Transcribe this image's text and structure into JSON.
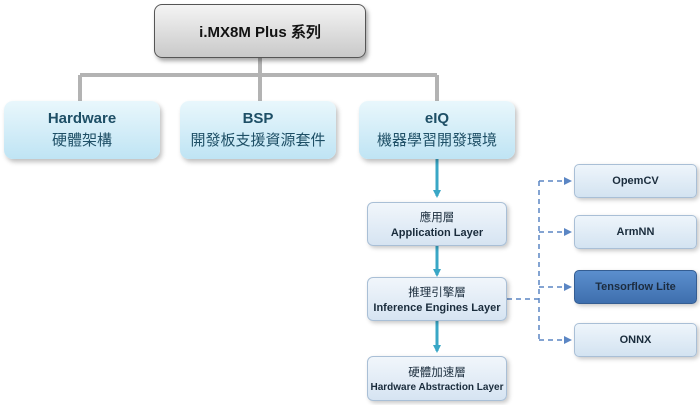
{
  "root": {
    "title": "i.MX8M Plus 系列"
  },
  "categories": [
    {
      "en": "Hardware",
      "zh": "硬體架構"
    },
    {
      "en": "BSP",
      "zh": "開發板支援資源套件"
    },
    {
      "en": "eIQ",
      "zh": "機器學習開發環境"
    }
  ],
  "stack": [
    {
      "zh": "應用層",
      "en": "Application Layer"
    },
    {
      "zh": "推理引擎層",
      "en": "Inference Engines Layer"
    },
    {
      "zh": "硬體加速層",
      "en": "Hardware Abstraction Layer"
    }
  ],
  "engines": [
    {
      "label": "OpemCV",
      "highlighted": false
    },
    {
      "label": "ArmNN",
      "highlighted": false
    },
    {
      "label": "Tensorflow Lite",
      "highlighted": true
    },
    {
      "label": "ONNX",
      "highlighted": false
    }
  ],
  "colors": {
    "connector_gray": "#b3b3b3",
    "arrow_blue": "#39a7c6",
    "dashed_blue": "#5b86c4",
    "highlight": "#4a7fc1"
  }
}
